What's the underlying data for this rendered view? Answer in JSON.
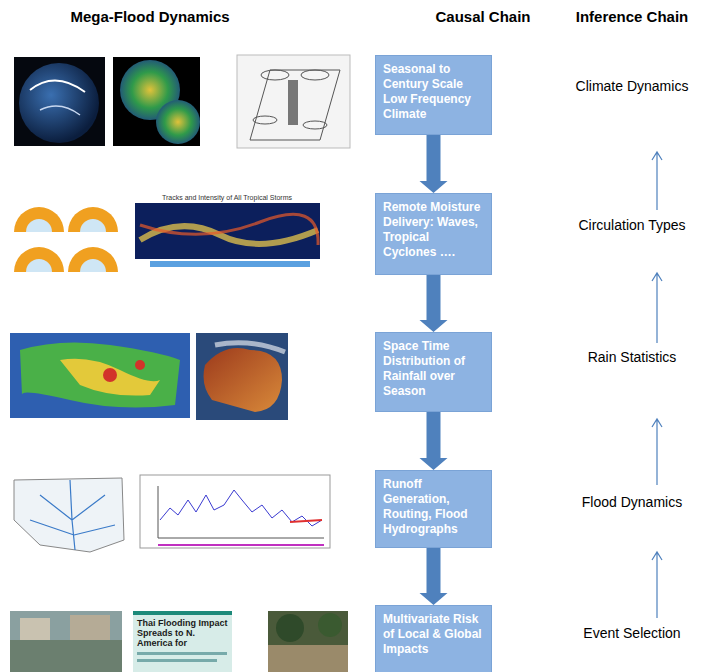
{
  "diagram": {
    "nodes": [
      {
        "text": [
          "Seasonal to Century Scale Low Frequency Climate"
        ]
      },
      {
        "text": [
          "Remote Moisture Delivery: Waves, Tropical Cyclones …."
        ]
      },
      {
        "text": [
          "Space Time Distribution of Rainfall over Season"
        ]
      },
      {
        "text": [
          "Runoff Generation, Routing, Flood Hydrographs"
        ]
      },
      {
        "text": [
          "Multivariate Risk of Local & Global Impacts"
        ]
      }
    ],
    "edges": [
      {
        "from": 0,
        "to": 1,
        "arrow": "to"
      },
      {
        "from": 1,
        "to": 2,
        "arrow": "to"
      },
      {
        "from": 2,
        "to": 3,
        "arrow": "to"
      },
      {
        "from": 3,
        "to": 4,
        "arrow": "to"
      }
    ],
    "labels": [
      "Mega-Flood Dynamics",
      "Causal Chain",
      "Inference Chain",
      "Climate Dynamics",
      "Circulation Types",
      "Rain Statistics",
      "Flood Dynamics",
      "Event Selection",
      "Tracks and Intensity of All Tropical Storms",
      "Thai Flooding Impact Spreads to N. America for"
    ]
  }
}
